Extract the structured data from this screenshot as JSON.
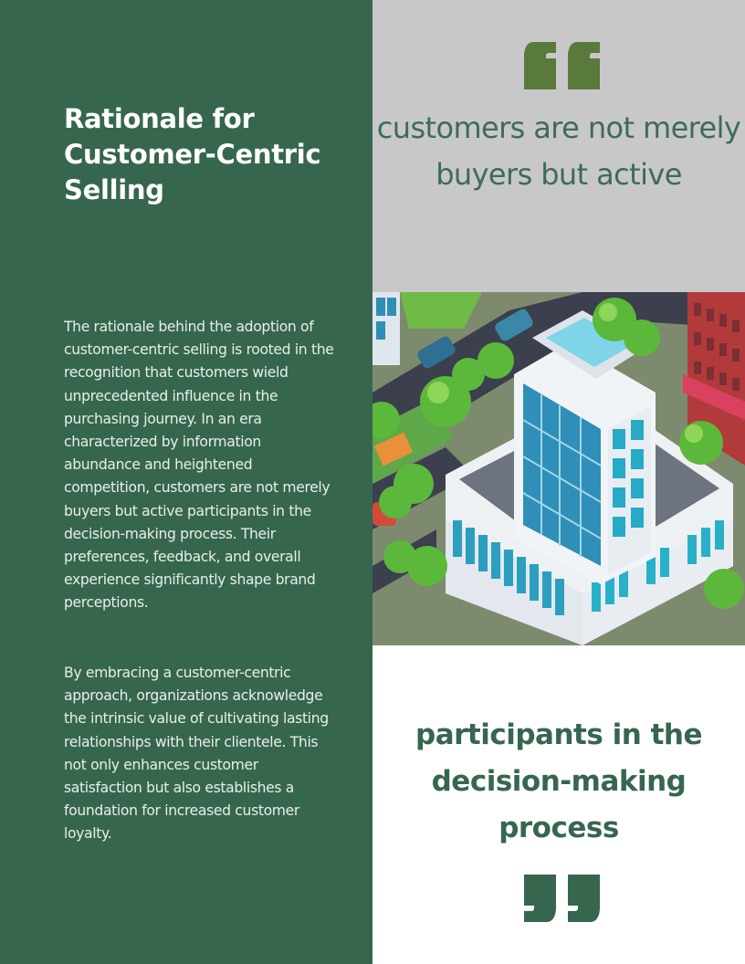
{
  "left_panel": {
    "title": "Rationale for Customer-Centric Selling",
    "paragraphs": [
      "The rationale behind the adoption of customer-centric selling is rooted in the recognition that customers wield unprecedented influence in the purchasing journey. In an era characterized by information abundance and heightened competition, customers are not merely buyers but active participants in the decision-making process. Their preferences, feedback, and overall experience significantly shape brand perceptions.",
      "By embracing a customer-centric approach, organizations acknowledge the intrinsic value of cultivating lasting relationships with their clientele. This not only enhances customer satisfaction but also establishes a foundation for increased customer loyalty."
    ]
  },
  "pull_quote": {
    "open_icon": "open-quote-icon",
    "close_icon": "close-quote-icon",
    "top_text": "customers are not merely buyers but active",
    "bottom_text": "participants in the decision-making process"
  },
  "illustration": {
    "description": "isometric city illustration with a modern glass office building, trees, roads and cars"
  },
  "colors": {
    "primary_green": "#36664e",
    "quote_mark_green": "#5a7a3c",
    "gray_panel": "#c8c8ca",
    "white": "#ffffff"
  }
}
